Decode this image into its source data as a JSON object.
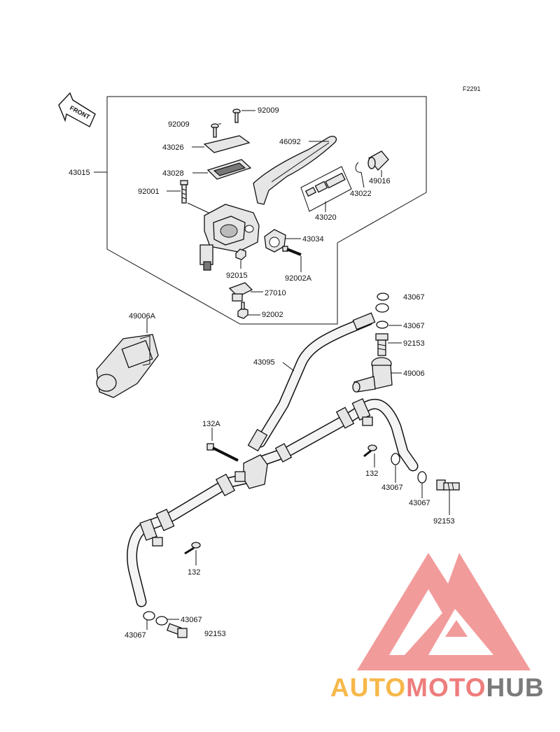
{
  "figure_code": "F2291",
  "direction_arrow": "FRONT",
  "part_labels": {
    "p43015": "43015",
    "p92009a": "92009",
    "p92009b": "92009",
    "p43026": "43026",
    "p43028": "43028",
    "p92001": "92001",
    "p46092": "46092",
    "p49016": "49016",
    "p43022": "43022",
    "p43020": "43020",
    "p43034": "43034",
    "p92015": "92015",
    "p92002A": "92002A",
    "p27010": "27010",
    "p92002": "92002",
    "p49006A": "49006A",
    "p43067a": "43067",
    "p43067b": "43067",
    "p92153a": "92153",
    "p43095": "43095",
    "p49006": "49006",
    "p132A": "132A",
    "p132a": "132",
    "p43067c": "43067",
    "p43067d": "43067",
    "p92153b": "92153",
    "p132b": "132",
    "p43067e": "43067",
    "p43067f": "43067",
    "p92153c": "92153"
  },
  "watermark": {
    "brand_auto": "AUTO",
    "brand_moto": "MOTO",
    "brand_hub": "HUB",
    "logo_color": "#f08a8a",
    "auto_color": "#f6b84a",
    "moto_color": "#ee7d7d",
    "hub_color": "#7a7a7a"
  }
}
